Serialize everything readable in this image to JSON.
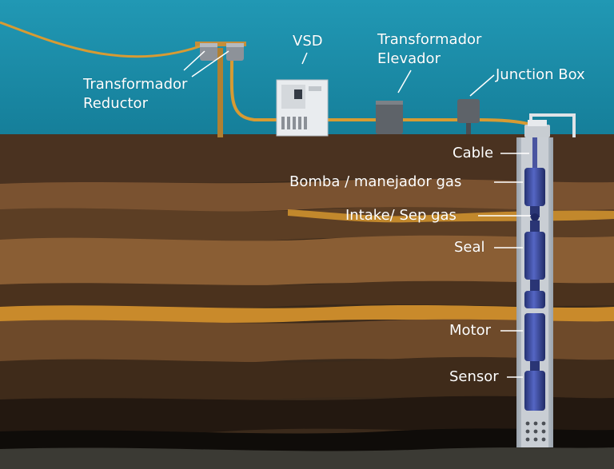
{
  "labels": {
    "transformador_reductor": [
      "Transformador",
      "Reductor"
    ],
    "vsd": "VSD",
    "transformador_elevador": [
      "Transformador",
      "Elevador"
    ],
    "junction_box": "Junction Box",
    "cable": "Cable",
    "bomba": "Bomba / manejador gas",
    "intake": "Intake/ Sep gas",
    "seal": "Seal",
    "motor": "Motor",
    "sensor": "Sensor"
  },
  "colors": {
    "sky": "#1d91ad",
    "soil_dark": "#3a2a1c",
    "soil_mid": "#6b4a2c",
    "soil_light": "#a77a48",
    "amber_streak": "#d49a2f",
    "cable": "#d79b33",
    "casing": "#d8dde3",
    "pump_blue": "#3f4fa8"
  }
}
